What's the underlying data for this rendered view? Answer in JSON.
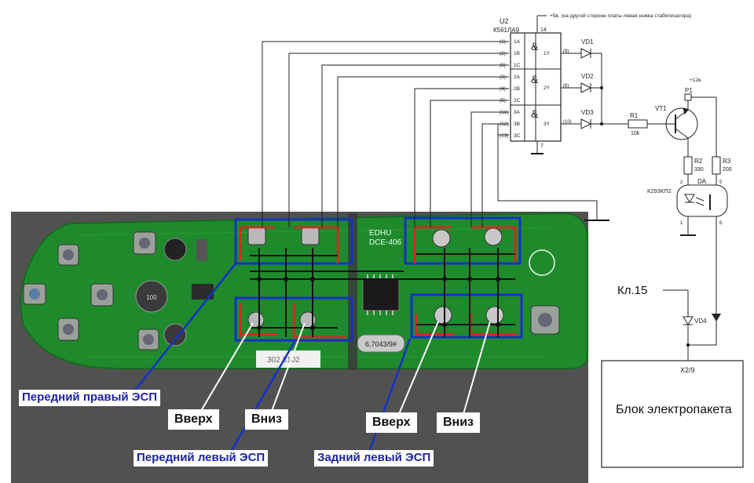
{
  "chip": {
    "ref": "U2",
    "part": "К561ЛА9",
    "pin14": "14",
    "pin7": "7",
    "power_note": "+5в. (на другой стороне платы левая ножка стабилизатора)",
    "inputs": [
      {
        "pin": "(1)",
        "name": "1A"
      },
      {
        "pin": "(2)",
        "name": "1B"
      },
      {
        "pin": "(8)",
        "name": "1C"
      },
      {
        "pin": "(3)",
        "name": "2A"
      },
      {
        "pin": "(4)",
        "name": "2B"
      },
      {
        "pin": "(5)",
        "name": "2C"
      },
      {
        "pin": "(11)",
        "name": "3A"
      },
      {
        "pin": "(12)",
        "name": "3B"
      },
      {
        "pin": "(13)",
        "name": "3C"
      }
    ],
    "outputs": [
      {
        "name": "1Y",
        "pin": "(9)"
      },
      {
        "name": "2Y",
        "pin": "(6)"
      },
      {
        "name": "3Y",
        "pin": "(10)"
      }
    ],
    "gate_symbol": "&"
  },
  "diodes": [
    "VD1",
    "VD2",
    "VD3"
  ],
  "r1": {
    "ref": "R1",
    "value": "10k"
  },
  "vt1": "VT1",
  "p1": {
    "ref": "P1",
    "supply": "+12в"
  },
  "r2": {
    "ref": "R2",
    "value": "330"
  },
  "r3": {
    "ref": "R3",
    "value": "200"
  },
  "da": {
    "ref": "DA",
    "part": "К293КП2",
    "pins": [
      "2",
      "5",
      "1",
      "6"
    ]
  },
  "vd4": "VD4",
  "klemma": "Кл.15",
  "connector": "X2/9",
  "block_label": "Блок электропакета",
  "board_marks": {
    "l1": "EDHU",
    "l2": "DCE-406",
    "crystal": "6.7043/9#",
    "sticker": "302 3102"
  },
  "labels": {
    "front_right": "Передний правый ЭСП",
    "front_left": "Передний левый ЭСП",
    "rear_left": "Задний левый ЭСП",
    "up1": "Вверх",
    "down1": "Вниз",
    "up2": "Вверх",
    "down2": "Вниз"
  },
  "colors": {
    "board": "#1f8a2c",
    "frame_blue": "#1530c8",
    "trace_red": "#e32020",
    "wire": "#111111"
  }
}
